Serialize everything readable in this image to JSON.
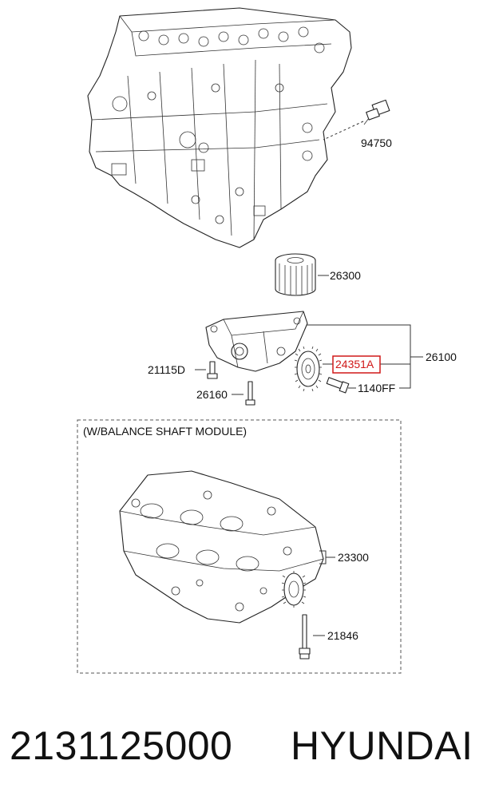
{
  "diagram": {
    "labels": {
      "p94750": "94750",
      "p26300": "26300",
      "p26100": "26100",
      "p24351A": "24351A",
      "p21115D": "21115D",
      "p1140FF": "1140FF",
      "p26160": "26160",
      "p23300": "23300",
      "p21846": "21846"
    },
    "module_caption": "(W/BALANCE SHAFT MODULE)",
    "highlight_color": "#d01818"
  },
  "footer": {
    "part_number": "2131125000",
    "brand": "HYUNDAI"
  }
}
